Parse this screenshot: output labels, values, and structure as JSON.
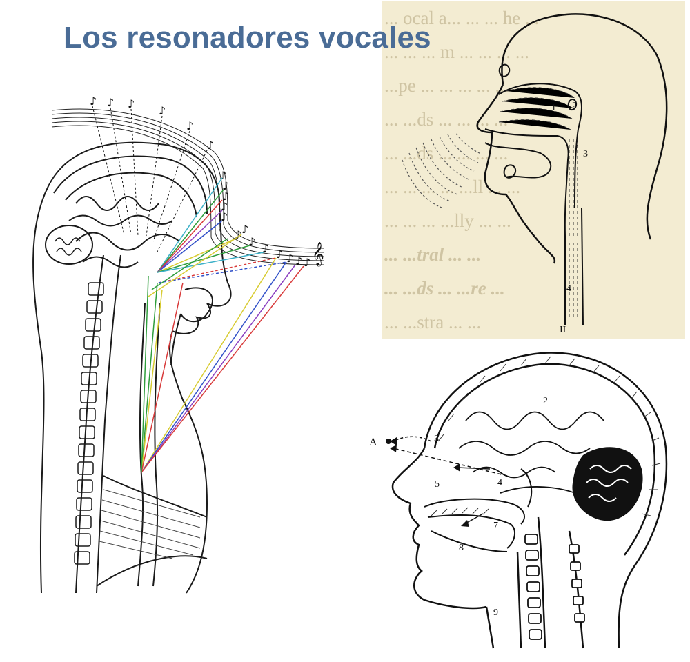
{
  "title": "Los resonadores vocales",
  "colors": {
    "title": "#4a6c96",
    "sepia_bg": "#f3ecd2",
    "resonance_lines": [
      "#2f9e3c",
      "#d8cc32",
      "#3050c8",
      "#8a3fc0",
      "#d83a3a",
      "#3bb0c8"
    ]
  },
  "panels": {
    "left": {
      "notes": [
        "♪",
        "♪",
        "♪",
        "♪",
        "♪",
        "♪",
        "♪",
        "♪",
        "♪",
        "♪",
        "♪",
        "♪",
        "♪",
        "♪",
        "♪",
        "♪",
        "♪",
        "♪",
        "♪"
      ],
      "clef": "𝄞"
    },
    "top_right": {
      "background_text": [
        "... ocal a... ... ... he ...",
        "... ... ... m ... ... ... ...",
        "...pe ... ... ... ... ...",
        "... ...ds ... ... ... ...",
        "... ...ds ... ... ... ...",
        "... ... ... ... ...ll ... ...",
        "... ... ... ...lly ... ...",
        "... ...tral ... ...",
        "... ...ds ... ...re ...",
        "... ...stra ... ...",
        "... ... ... ... ..."
      ],
      "labels": [
        "1",
        "2",
        "3",
        "4",
        "II"
      ]
    },
    "bottom_right": {
      "labels": [
        "A",
        "2",
        "3",
        "4",
        "5",
        "7",
        "8",
        "9"
      ]
    }
  }
}
